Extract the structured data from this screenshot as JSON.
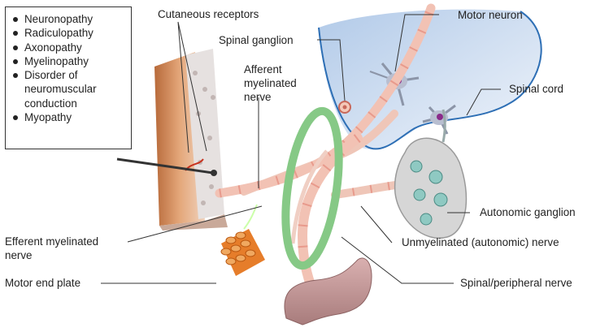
{
  "legend": {
    "items": [
      "Neuronopathy",
      "Radiculopathy",
      "Axonopathy",
      "Myelinopathy",
      "Disorder of neuromuscular conduction",
      "Myopathy"
    ]
  },
  "labels": {
    "cutaneous_receptors": "Cutaneous receptors",
    "spinal_ganglion": "Spinal ganglion",
    "afferent_nerve_line1": "Afferent",
    "afferent_nerve_line2": "myelinated",
    "afferent_nerve_line3": "nerve",
    "motor_neuron": "Motor neuron",
    "spinal_cord": "Spinal cord",
    "autonomic_ganglion": "Autonomic ganglion",
    "efferent_nerve_line1": "Efferent myelinated",
    "efferent_nerve_line2": "nerve",
    "unmyelinated_nerve": "Unmyelinated (autonomic) nerve",
    "motor_end_plate": "Motor end plate",
    "spinal_peripheral_nerve": "Spinal/peripheral nerve"
  },
  "colors": {
    "nerve": "#f2c2b4",
    "myelin_band": "#e89a8c",
    "ring": "#7cc67c",
    "spinal_cord_fill": "#c9daf0",
    "spinal_cord_border": "#2e6fb5",
    "skin": "#e0a070",
    "muscle": "#e87828",
    "gut": "#c99a9a",
    "ganglion": "#d4d4d4",
    "neuron_body": "#8a4a9a"
  }
}
